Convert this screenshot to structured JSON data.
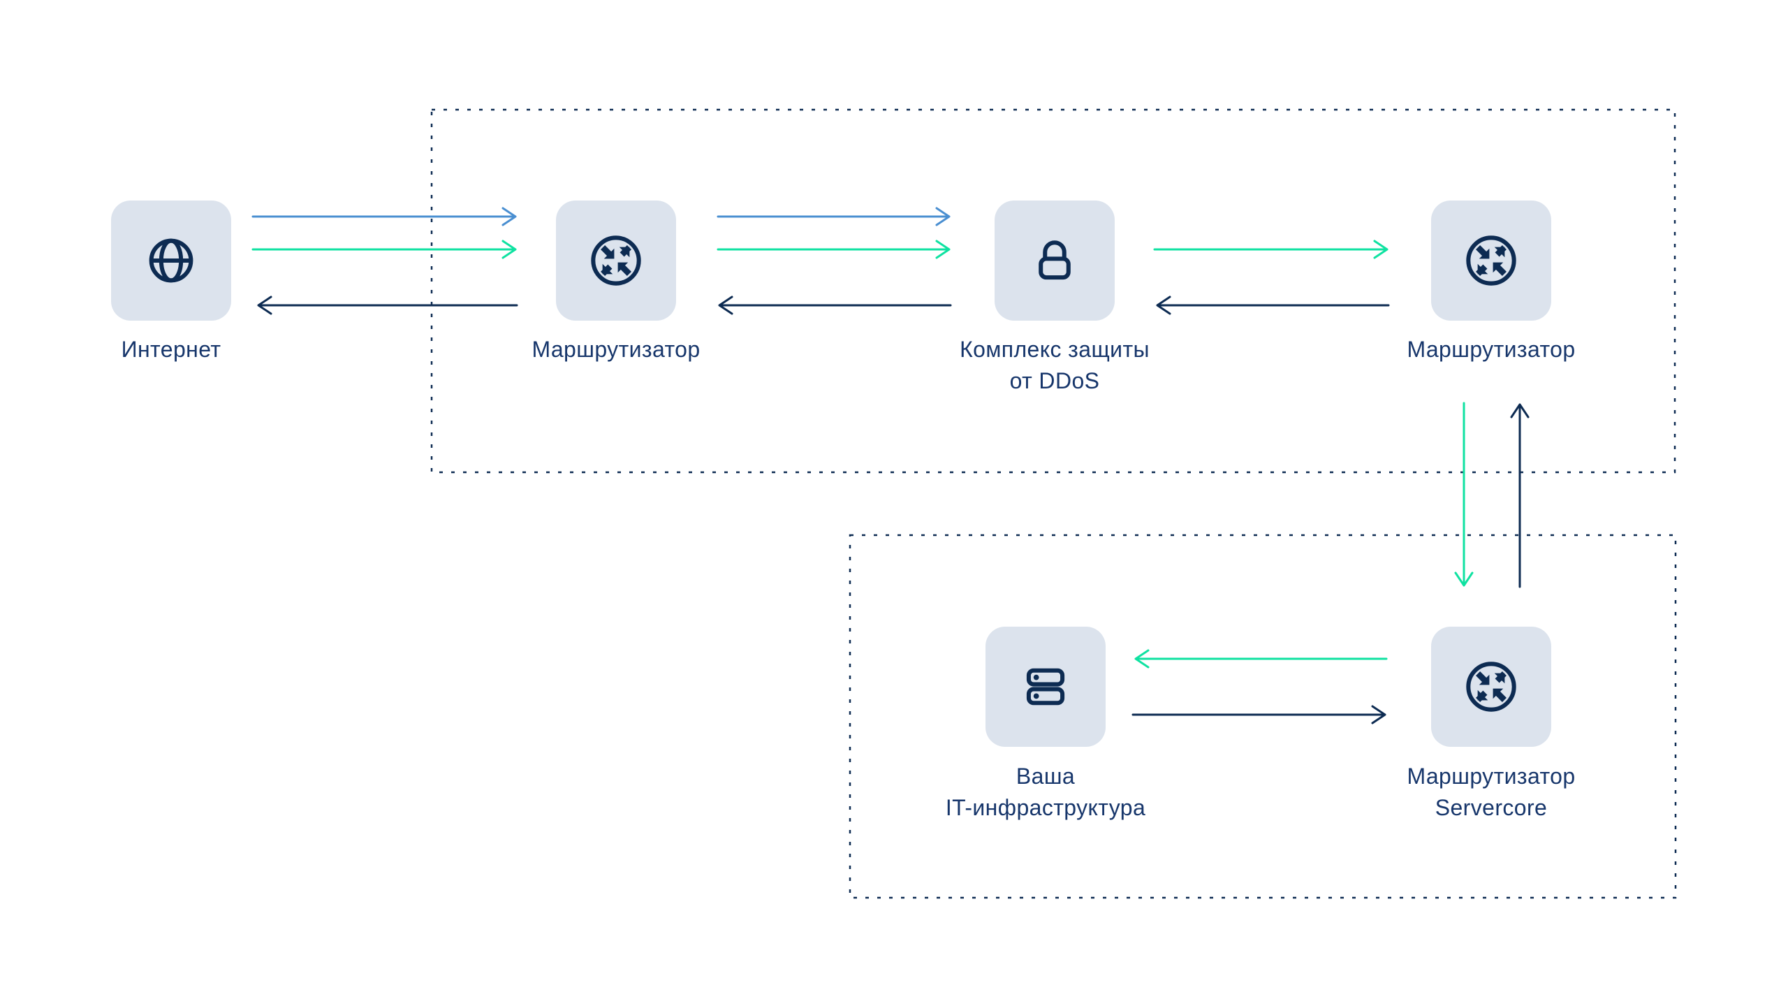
{
  "colors": {
    "background": "#FFFFFF",
    "node_fill": "#DCE3ED",
    "icon_navy": "#0D2B52",
    "label_navy": "#17366B",
    "attack_blue": "#4A8FD1",
    "clean_green": "#0FE2A1",
    "return_navy": "#0D2B52",
    "zone_border": "#0D2B52"
  },
  "nodes": {
    "internet": {
      "label": "Интернет",
      "icon": "globe-icon"
    },
    "router_operator": {
      "label": "Маршрутизатор",
      "icon": "router-icon"
    },
    "ddos_protection": {
      "label_line1": "Комплекс защиты",
      "label_line2": "от DDoS",
      "icon": "lock-icon"
    },
    "router_border": {
      "label": "Маршрутизатор",
      "icon": "router-icon"
    },
    "it_infrastructure": {
      "label_line1": "Ваша",
      "label_line2": "IT-инфраструктура",
      "icon": "servers-icon"
    },
    "router_servercore": {
      "label_line1": "Маршрутизатор",
      "label_line2": "Servercore",
      "icon": "router-icon"
    }
  }
}
